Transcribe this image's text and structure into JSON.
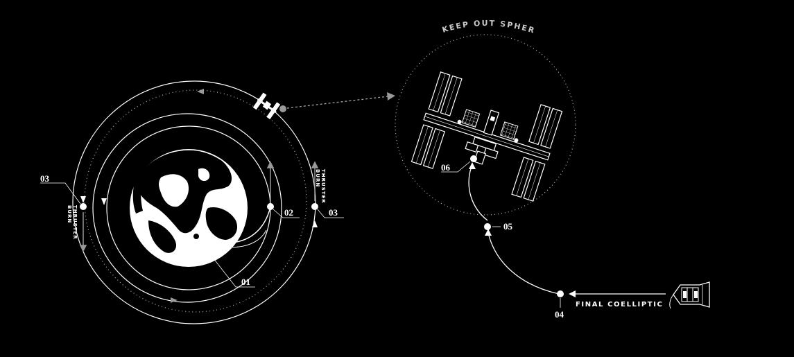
{
  "diagram": {
    "keep_out_sphere_label": "KEEP OUT SPHERE",
    "final_coelliptic_label": "FINAL COELLIPTIC",
    "thruster_burn_left": {
      "line1": "THRUSTER",
      "line2": "BURN"
    },
    "thruster_burn_right": {
      "line1": "THRUSTER",
      "line2": "BURN"
    },
    "steps": [
      {
        "id": "01",
        "label": "01"
      },
      {
        "id": "02",
        "label": "02"
      },
      {
        "id": "03-right",
        "label": "03"
      },
      {
        "id": "03-left",
        "label": "03"
      },
      {
        "id": "04",
        "label": "04"
      },
      {
        "id": "05",
        "label": "05"
      },
      {
        "id": "06",
        "label": "06"
      }
    ]
  }
}
